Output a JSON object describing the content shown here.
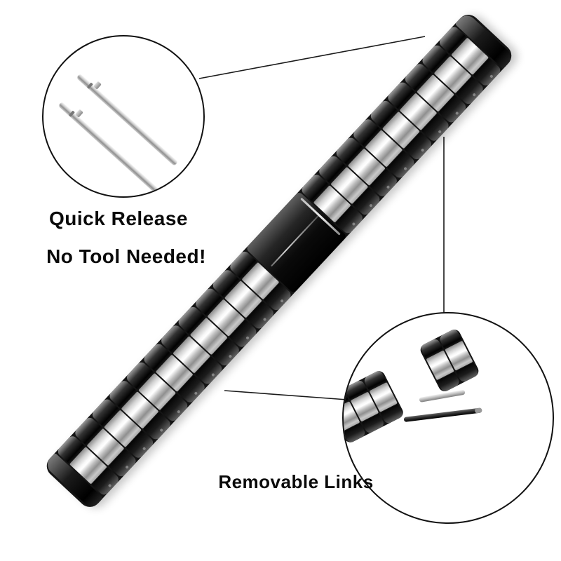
{
  "labels": {
    "quick_release": "Quick Release",
    "no_tool": "No Tool Needed!",
    "removable_links": "Removable Links"
  },
  "band": {
    "rows_lower": 11,
    "rows_upper": 9,
    "colors": {
      "link_black": "#0b0b0b",
      "link_silver": "#d9d9d9",
      "background": "#ffffff",
      "line": "#1a1a1a"
    }
  },
  "insets": {
    "quick_release_pins": {
      "pin_count": 2
    },
    "removable_links": {
      "left_piece_rows": 3,
      "right_piece_rows": 2,
      "pin_count": 2
    }
  }
}
